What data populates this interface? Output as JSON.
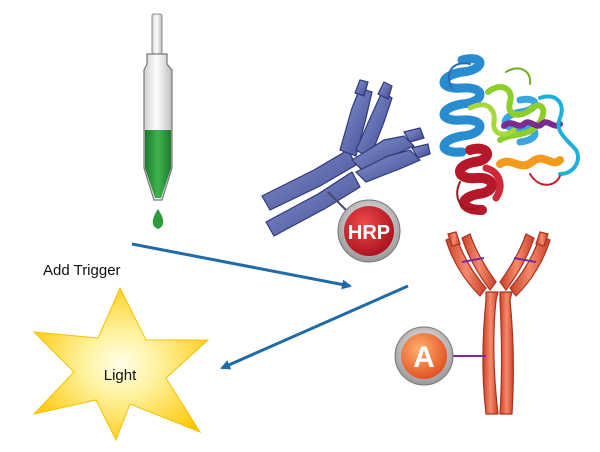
{
  "labels": {
    "trigger": "Add Trigger",
    "light": "Light",
    "hrp": "HRP",
    "a": "A"
  },
  "icons": {
    "dropper": "pipette-dropper-icon",
    "blue_antibody": "secondary-antibody-icon",
    "enzyme": "protein-ribbon-structure",
    "red_antibody": "primary-antibody-icon",
    "star": "light-star-burst"
  },
  "colors": {
    "arrow": "#1f6aa8",
    "blue_antibody": "#5a68ad",
    "red_antibody": "#e05a3e",
    "liquid": "#2e9a3c",
    "star_outer": "#ffd000",
    "star_inner": "#fffbd0",
    "hrp_badge": "#c4212a",
    "a_badge": "#e9582a"
  }
}
